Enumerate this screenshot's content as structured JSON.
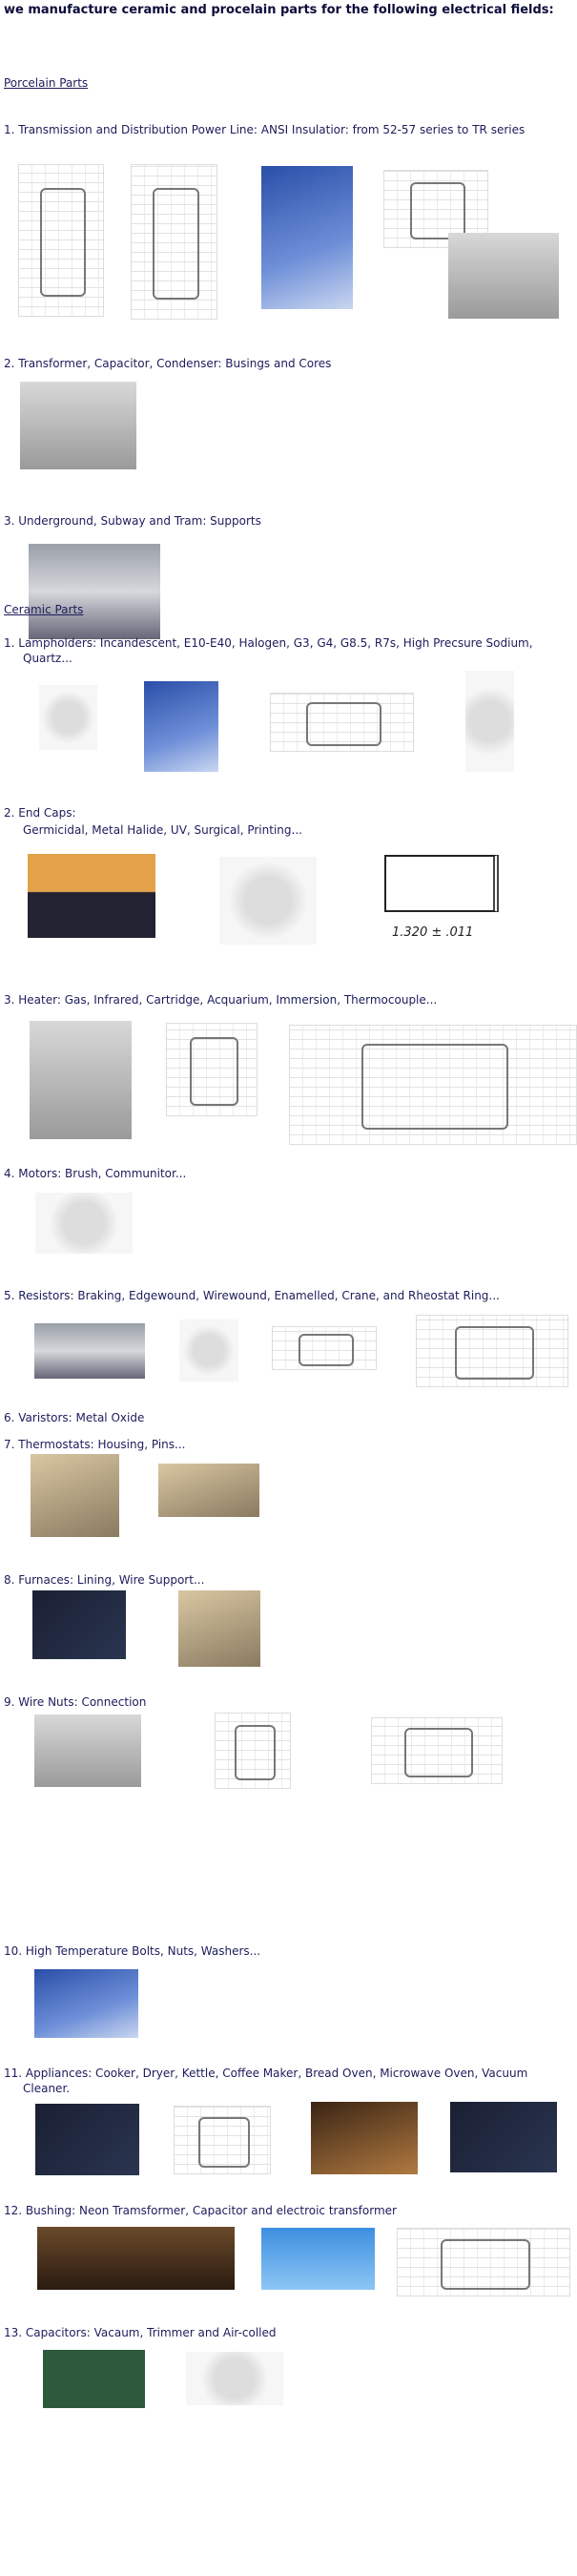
{
  "title": "we manufacture ceramic and procelain parts for the following electrical fields:",
  "porcelain": {
    "heading": "Porcelain Parts",
    "items": [
      "1. Transmission and Distribution Power Line: ANSI Insulatior: from 52-57 series to TR series",
      "2. Transformer, Capacitor, Condenser: Busings and Cores",
      "3. Underground, Subway and Tram: Supports"
    ]
  },
  "ceramic": {
    "heading": "Ceramic Parts",
    "items": [
      "1. Lampholders: Incandescent, E10-E40, Halogen, G3, G4, G8.5, R7s, High Precsure Sodium, Quartz...",
      "2. End Caps:",
      "Germicidal, Metal Halide, UV, Surgical, Printing...",
      "3. Heater: Gas, Infrared, Cartridge, Acquarium, Immersion, Thermocouple...",
      "4. Motors: Brush, Communitor...",
      "5. Resistors: Braking, Edgewound, Wirewound, Enamelled, Crane, and Rheostat Ring...",
      "6. Varistors: Metal Oxide",
      "7. Thermostats: Housing, Pins...",
      "8. Furnaces: Lining, Wire Support...",
      "9. Wire Nuts: Connection",
      "10. High Temperature Bolts, Nuts, Washers...",
      "11. Appliances: Cooker, Dryer, Kettle, Coffee Maker, Bread Oven, Microwave Oven, Vacuum Cleaner.",
      "12. Bushing: Neon Tramsformer, Capacitor and electroic transformer",
      "13. Capacitors: Vacaum, Trimmer and Air-colled"
    ],
    "drawing_label": "1.320 ± .011"
  }
}
